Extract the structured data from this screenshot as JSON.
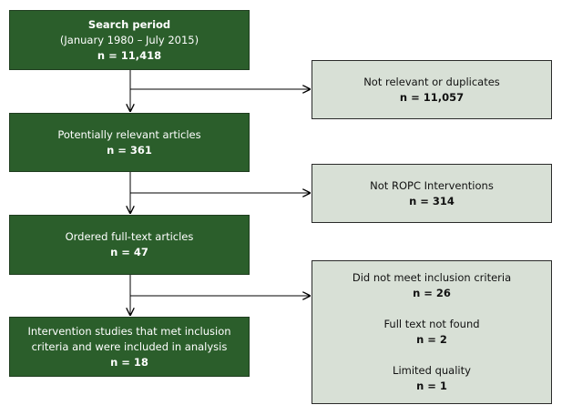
{
  "main_boxes": {
    "search": {
      "title": "Search period",
      "dates": "(January 1980 – July 2015)",
      "count": "n = 11,418"
    },
    "relevant": {
      "title": "Potentially relevant articles",
      "count": "n = 361"
    },
    "ordered": {
      "title": "Ordered full-text articles",
      "count": "n = 47"
    },
    "included": {
      "line1": "Intervention studies that met inclusion",
      "line2": "criteria and were included in analysis",
      "count": "n = 18"
    }
  },
  "excluded_boxes": {
    "not_relevant": {
      "label": "Not relevant or duplicates",
      "count": "n = 11,057"
    },
    "not_ropc": {
      "label": "Not ROPC Interventions",
      "count": "n = 314"
    },
    "final": {
      "criteria": {
        "label": "Did not meet inclusion criteria",
        "count": "n = 26"
      },
      "no_text": {
        "label": "Full text not found",
        "count": "n = 2"
      },
      "quality": {
        "label": "Limited quality",
        "count": "n = 1"
      }
    }
  },
  "colors": {
    "main_fill": "#2b5e2b",
    "excluded_fill": "#d8e0d6",
    "arrow": "#000000"
  }
}
